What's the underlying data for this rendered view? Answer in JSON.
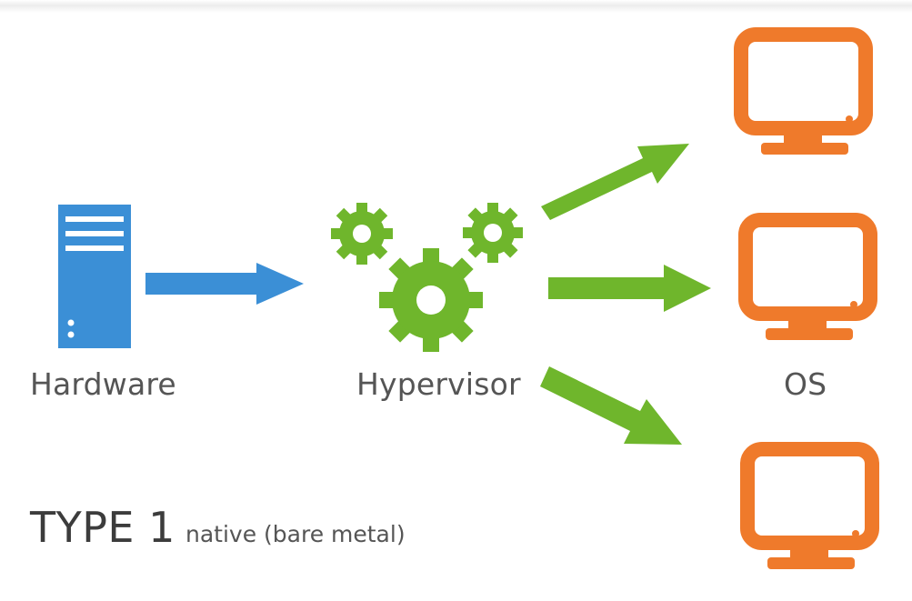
{
  "labels": {
    "hardware": "Hardware",
    "hypervisor": "Hypervisor",
    "os": "OS"
  },
  "heading": {
    "main": "TYPE 1",
    "sub": "native (bare metal)"
  },
  "icons": {
    "hardware": "server-icon",
    "hypervisor": "gears-icon",
    "os": "monitor-icon"
  },
  "colors": {
    "hardware": "#3b8fd6",
    "hypervisor": "#6fb62c",
    "os": "#ef7a2b",
    "text": "#555555"
  }
}
